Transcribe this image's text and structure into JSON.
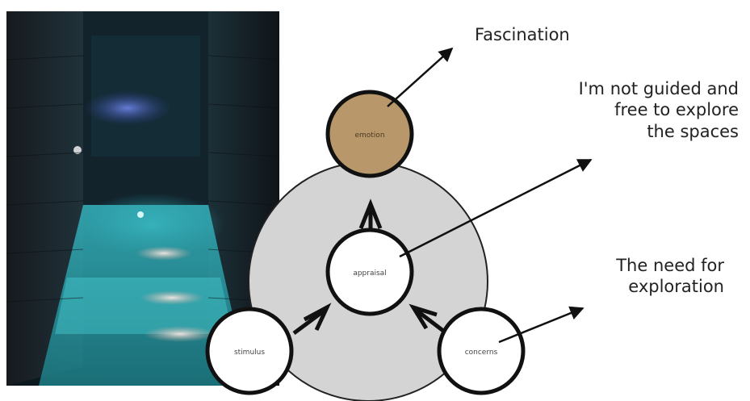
{
  "photo": {
    "description_icon": "photo-corridor-pool"
  },
  "diagram": {
    "nodes": {
      "emotion": {
        "label": "emotion",
        "fill": "#b8986a"
      },
      "appraisal": {
        "label": "appraisal",
        "fill": "#ffffff"
      },
      "stimulus": {
        "label": "stimulus",
        "fill": "#ffffff"
      },
      "concerns": {
        "label": "concerns",
        "fill": "#ffffff"
      }
    },
    "background_circle_fill": "#d4d4d4",
    "stroke_color": "#111111"
  },
  "annotations": {
    "fascination": "Fascination",
    "guided_line1": "I'm not guided and",
    "guided_line2": "free to explore",
    "guided_line3": "the spaces",
    "need_line1": "The need for",
    "need_line2": "exploration"
  }
}
